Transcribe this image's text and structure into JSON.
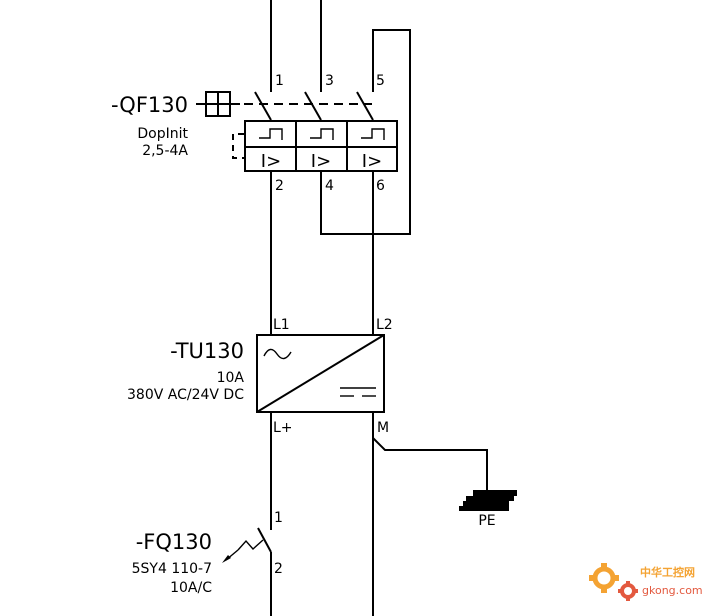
{
  "qf130": {
    "tag": "-QF130",
    "type": "DopInit",
    "range": "2,5-4A",
    "pins_top": [
      "1",
      "3",
      "5"
    ],
    "pins_bottom": [
      "2",
      "4",
      "6"
    ],
    "trip_label": "I>"
  },
  "tu130": {
    "tag": "-TU130",
    "current": "10A",
    "voltage": "380V AC/24V DC",
    "in_left": "L1",
    "in_right": "L2",
    "out_left": "L+",
    "out_right": "M"
  },
  "pe_label": "PE",
  "fq130": {
    "tag": "-FQ130",
    "model": "5SY4 110-7",
    "rating": "10A/C",
    "pin_top": "1",
    "pin_bottom": "2"
  },
  "watermark": {
    "name": "中华工控网",
    "url": "gkong.com",
    "primary_color": "#f39a1e",
    "secondary_color": "#e0482b"
  }
}
